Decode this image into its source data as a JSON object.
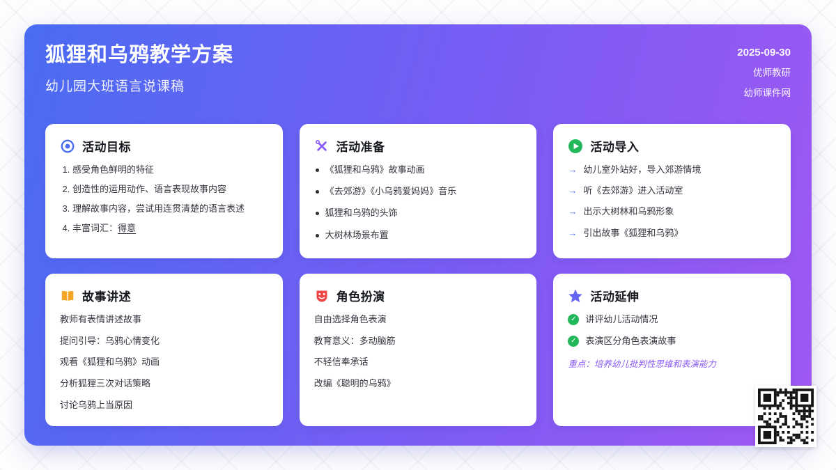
{
  "header": {
    "title": "狐狸和乌鸦教学方案",
    "subtitle": "幼儿园大班语言说课稿",
    "date": "2025-09-30",
    "org": "优师教研",
    "site": "幼师课件网"
  },
  "goals": {
    "title": "活动目标",
    "items": [
      "感受角色鲜明的特征",
      "创造性的运用动作、语言表现故事内容",
      "理解故事内容，尝试用连贯清楚的语言表述"
    ],
    "last_prefix": "丰富词汇：",
    "last_term": "得意"
  },
  "prep": {
    "title": "活动准备",
    "items": [
      "《狐狸和乌鸦》故事动画",
      "《去郊游》《小乌鸦爱妈妈》音乐",
      "狐狸和乌鸦的头饰",
      "大树林场景布置"
    ]
  },
  "intro": {
    "title": "活动导入",
    "items": [
      "幼儿室外站好，导入郊游情境",
      "听《去郊游》进入活动室",
      "出示大树林和乌鸦形象",
      "引出故事《狐狸和乌鸦》"
    ]
  },
  "story": {
    "title": "故事讲述",
    "items": [
      "教师有表情讲述故事",
      "提问引导：乌鸦心情变化",
      "观看《狐狸和乌鸦》动画",
      "分析狐狸三次对话策略",
      "讨论乌鸦上当原因"
    ]
  },
  "roleplay": {
    "title": "角色扮演",
    "items": [
      "自由选择角色表演",
      "教育意义：多动脑筋",
      "不轻信奉承话",
      "改编《聪明的乌鸦》"
    ]
  },
  "extension": {
    "title": "活动延伸",
    "items": [
      "讲评幼儿活动情况",
      "表演区分角色表演故事"
    ],
    "highlight": "重点：培养幼儿批判性思维和表演能力"
  },
  "colors": {
    "gradient_start": "#4a6cf2",
    "gradient_end": "#a158f2",
    "target_icon": "#4a6cf5",
    "tools_icon": "#8b5cf6",
    "play_icon": "#22b85a",
    "book_icon": "#f5a623",
    "masks_icon": "#ef4444",
    "star_icon": "#6366f1",
    "check": "#22b85a",
    "highlight_text": "#8b5cf6"
  }
}
